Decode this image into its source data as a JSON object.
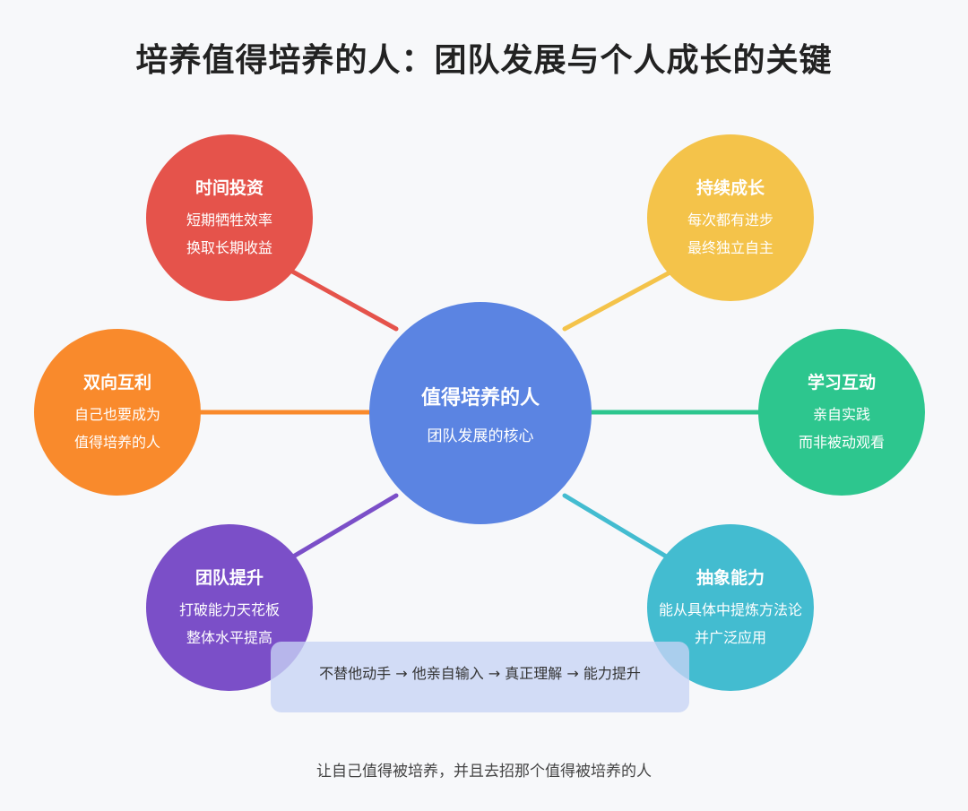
{
  "title": "培养值得培养的人：团队发展与个人成长的关键",
  "center": {
    "title": "值得培养的人",
    "subtitle": "团队发展的核心",
    "color": "#5b84e2"
  },
  "nodes": {
    "time": {
      "title": "时间投资",
      "line1": "短期牺牲效率",
      "line2": "换取长期收益",
      "color": "#e5534b"
    },
    "growth": {
      "title": "持续成长",
      "line1": "每次都有进步",
      "line2": "最终独立自主",
      "color": "#f4c34a"
    },
    "mutual": {
      "title": "双向互利",
      "line1": "自己也要成为",
      "line2": "值得培养的人",
      "color": "#f98a2c"
    },
    "learn": {
      "title": "学习互动",
      "line1": "亲自实践",
      "line2": "而非被动观看",
      "color": "#2dc68e"
    },
    "team": {
      "title": "团队提升",
      "line1": "打破能力天花板",
      "line2": "整体水平提高",
      "color": "#7b4fc8"
    },
    "abstract": {
      "title": "抽象能力",
      "line1": "能从具体中提炼方法论",
      "line2": "并广泛应用",
      "color": "#43bcd0"
    }
  },
  "flow": {
    "text": "不替他动手 → 他亲自输入 → 真正理解 → 能力提升"
  },
  "footer": "让自己值得被培养，并且去招那个值得被培养的人"
}
